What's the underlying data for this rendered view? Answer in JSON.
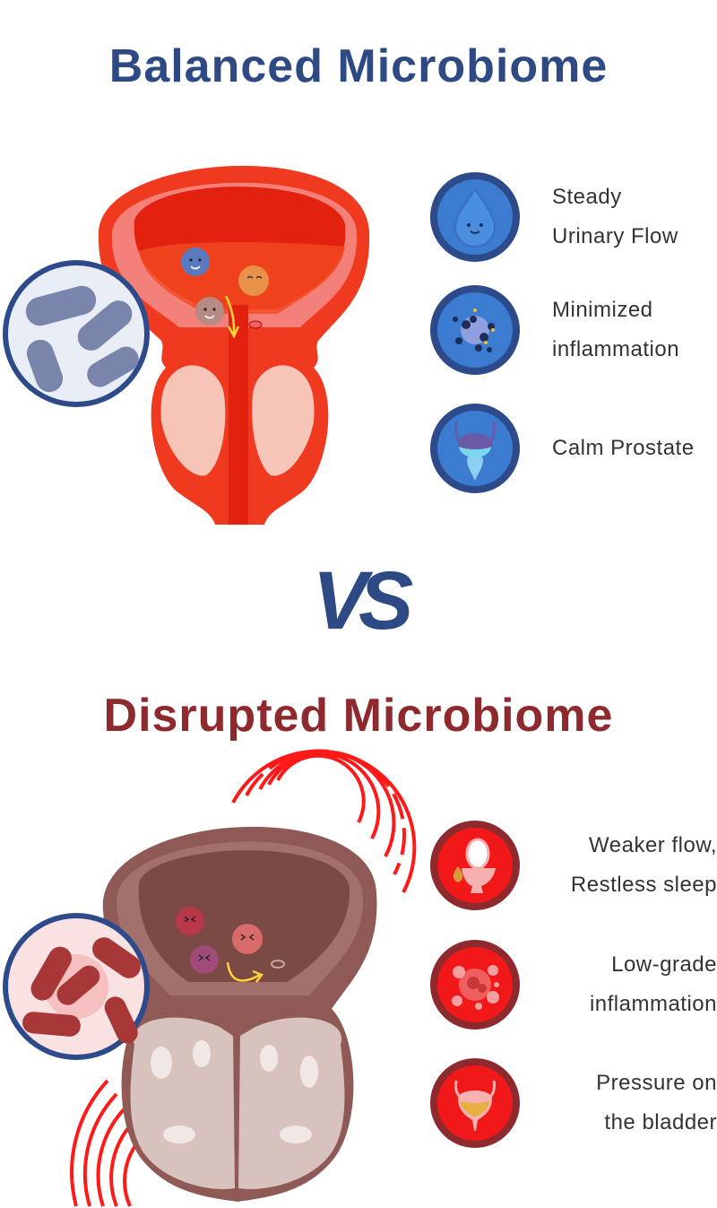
{
  "balanced": {
    "title": "Balanced Microbiome",
    "colors": {
      "title": "#2e4a85",
      "badge_fill": "#3b7bd0",
      "badge_ring": "#2d4a8a",
      "organ": "#ef3a20"
    },
    "benefits": [
      {
        "icon": "water-drop-icon",
        "lines": [
          "Steady",
          "Urinary Flow"
        ]
      },
      {
        "icon": "cells-icon",
        "lines": [
          "Minimized",
          "inflammation"
        ]
      },
      {
        "icon": "prostate-icon",
        "lines": [
          "Calm Prostate"
        ]
      }
    ]
  },
  "vs_label": "VS",
  "disrupted": {
    "title": "Disrupted Microbiome",
    "colors": {
      "title": "#8e2a2e",
      "badge_fill": "#f01818",
      "badge_ring": "#8e2a2e",
      "organ": "#8f5a55"
    },
    "symptoms": [
      {
        "icon": "toilet-icon",
        "lines": [
          "Weaker flow,",
          "Restless sleep"
        ]
      },
      {
        "icon": "inflamed-cells-icon",
        "lines": [
          "Low-grade",
          "inflammation"
        ]
      },
      {
        "icon": "bladder-pressure-icon",
        "lines": [
          "Pressure on",
          "the bladder"
        ]
      }
    ]
  }
}
